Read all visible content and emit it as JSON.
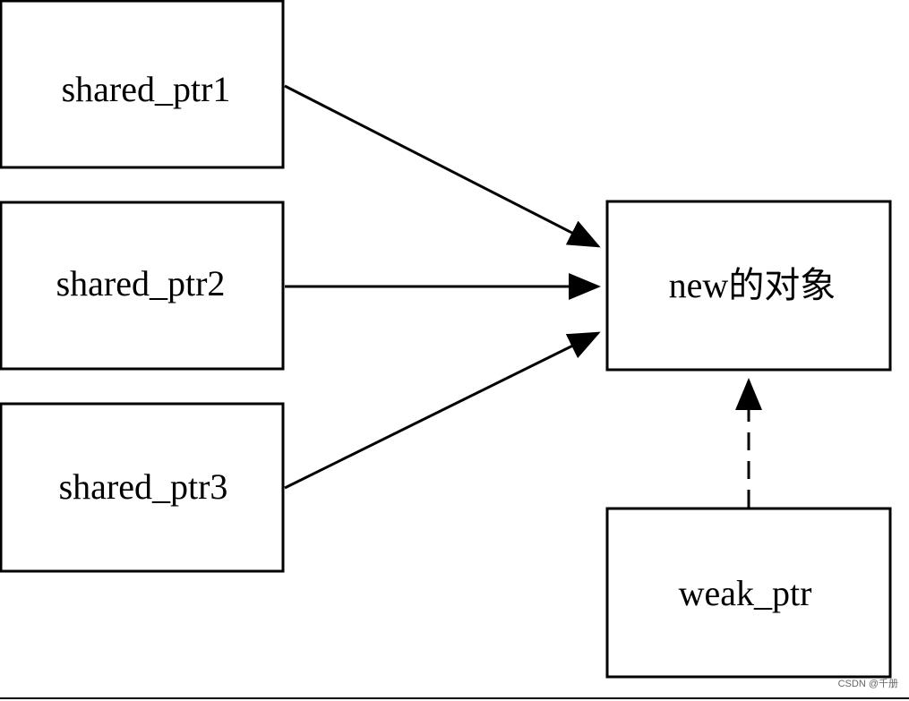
{
  "diagram": {
    "nodes": [
      {
        "id": "sp1",
        "label": "shared_ptr1"
      },
      {
        "id": "sp2",
        "label": "shared_ptr2"
      },
      {
        "id": "sp3",
        "label": "shared_ptr3"
      },
      {
        "id": "obj",
        "label": "new的对象"
      },
      {
        "id": "wp",
        "label": "weak_ptr"
      }
    ],
    "edges": [
      {
        "from": "sp1",
        "to": "obj",
        "style": "solid"
      },
      {
        "from": "sp2",
        "to": "obj",
        "style": "solid"
      },
      {
        "from": "sp3",
        "to": "obj",
        "style": "solid"
      },
      {
        "from": "wp",
        "to": "obj",
        "style": "dashed"
      }
    ]
  },
  "watermark": {
    "text": "CSDN @千册"
  },
  "colors": {
    "stroke": "#000000",
    "background": "#ffffff"
  }
}
